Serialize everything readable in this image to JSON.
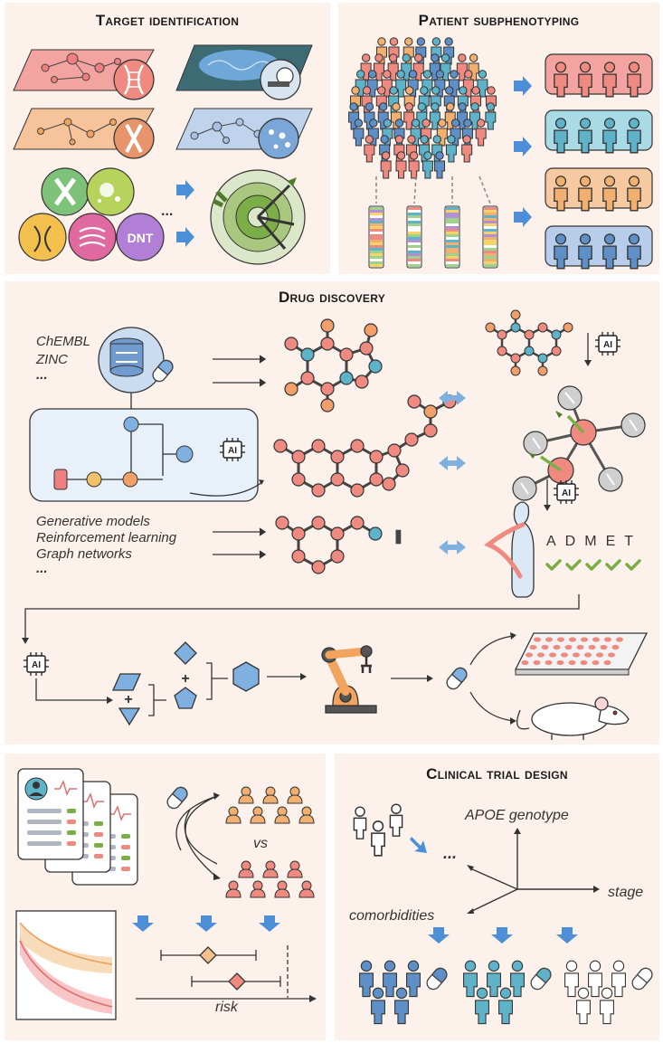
{
  "panels": {
    "target_identification": {
      "title": "Target identification"
    },
    "patient_subphenotyping": {
      "title": "Patient subphenotyping"
    },
    "drug_discovery": {
      "title": "Drug discovery",
      "databases": [
        "ChEMBL",
        "ZINC",
        "..."
      ],
      "methods": [
        "Generative models",
        "Reinforcement learning",
        "Graph networks",
        "..."
      ],
      "admet": [
        "A",
        "D",
        "M",
        "E",
        "T"
      ],
      "ai_chip_label": "AI"
    },
    "clinical_trial_design": {
      "title": "Clinical trial design",
      "axes": {
        "up": "APOE genotype",
        "right": "stage",
        "down_left": "comorbidities"
      },
      "ellipsis": "...",
      "vs_label": "vs",
      "risk_label": "risk"
    }
  },
  "colors": {
    "panel_bg": "#fdf1ec",
    "red": "#ee8a8a",
    "blue_dark": "#5e8fc7",
    "teal": "#5fb3c8",
    "orange": "#f2b070",
    "arrow_blue": "#4d8fd6",
    "green": "#7cae47"
  },
  "icons": [
    "dna-icon",
    "brain-scan-icon",
    "target-icon",
    "person-icon",
    "database-icon",
    "pill-icon",
    "ai-chip-icon",
    "robot-arm-icon",
    "well-plate-icon",
    "mouse-icon",
    "ehr-card-icon",
    "check-icon"
  ]
}
